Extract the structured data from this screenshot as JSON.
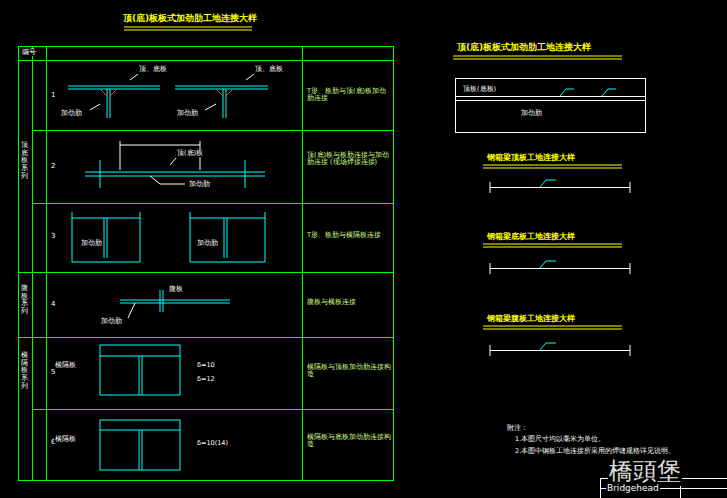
{
  "diagram": {
    "title": "顶(底)板板式加劲肋工地连接大样",
    "labels": [
      "编号",
      "顶底板系列",
      "腹板系列",
      "横隔板系列",
      "1",
      "2",
      "3",
      "4",
      "5",
      "6",
      "T形、板肋与顶(底)板加劲肋连接",
      "顶(底)板与板肋连接与加劲肋连接 (现场焊接连接)",
      "T形、板肋与横隔板连接",
      "腹板与横板连接",
      "横隔板与顶板加劲肋连接构造",
      "横隔板与底板加劲肋连接构造",
      "顶、底板",
      "加劲肋",
      "顶、底板",
      "加劲肋",
      "顶(底)板",
      "加劲肋",
      "加劲肋",
      "加劲肋",
      "腹板",
      "加劲肋",
      "横隔板",
      "δ=10",
      "δ=12",
      "横隔板",
      "δ=10(14)",
      "顶(底)板板式加劲肋工地连接大样",
      "顶板(底板)",
      "加劲肋",
      "钢箱梁顶板工地连接大样",
      "钢箱梁底板工地连接大样",
      "钢箱梁腹板工地连接大样",
      "附注：",
      "1.本图尺寸均以毫米为单位。",
      "2.本图中钢板工地连接所采用的焊缝规格详见说明。",
      "橋頭堡",
      "Bridgehead"
    ]
  }
}
